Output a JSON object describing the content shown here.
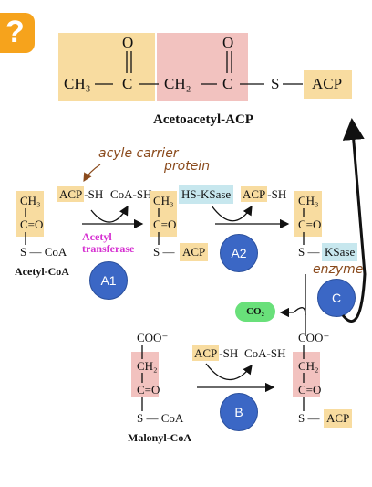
{
  "badge": "?",
  "top": {
    "ch3": "CH₃",
    "o1": "O",
    "c1": "C",
    "ch2": "CH₂",
    "o2": "O",
    "c2": "C",
    "s": "S",
    "acp": "ACP",
    "name": "Acetoacetyl-ACP"
  },
  "annotations": {
    "acyl_carrier": "acyle carrier",
    "protein": "protein",
    "enzyme": "enzyme"
  },
  "acetyl": {
    "ch3": "CH₃",
    "co": "C=O",
    "s": "S — CoA",
    "name": "Acetyl-CoA"
  },
  "step1": {
    "acp_sh": "ACP",
    "sh": "-SH",
    "coa_sh": "CoA-SH",
    "label1": "Acetyl",
    "label2": "transferase",
    "circle": "A1"
  },
  "acetyl_acp": {
    "ch3": "CH₃",
    "co": "C=O",
    "s": "S —",
    "acp": "ACP"
  },
  "step2": {
    "hs_ksase": "HS-KSase",
    "acp_sh": "ACP",
    "sh": "-SH",
    "circle": "A2"
  },
  "acetyl_ks": {
    "ch3": "CH₃",
    "co": "C=O",
    "s": "S —",
    "ksase": "KSase"
  },
  "co2": "CO₂",
  "circle_c": "C",
  "malonyl_acp": {
    "coo": "COO⁻",
    "ch2": "CH₂",
    "co": "C=O",
    "s": "S —",
    "acp": "ACP"
  },
  "step3": {
    "acp_sh": "ACP",
    "sh": "-SH",
    "coa_sh": "CoA-SH",
    "circle": "B"
  },
  "malonyl": {
    "coo": "COO⁻",
    "ch2": "CH₂",
    "co": "C=O",
    "s": "S — CoA",
    "name": "Malonyl-CoA"
  },
  "colors": {
    "tan": "#f8dca0",
    "pink": "#f2c2bf",
    "blue": "#c7e7ee",
    "circle": "#3b67c5",
    "co2": "#69e07a",
    "badge": "#f6a31c",
    "magenta": "#d62fd1",
    "handwriting": "#8a4a1c"
  }
}
